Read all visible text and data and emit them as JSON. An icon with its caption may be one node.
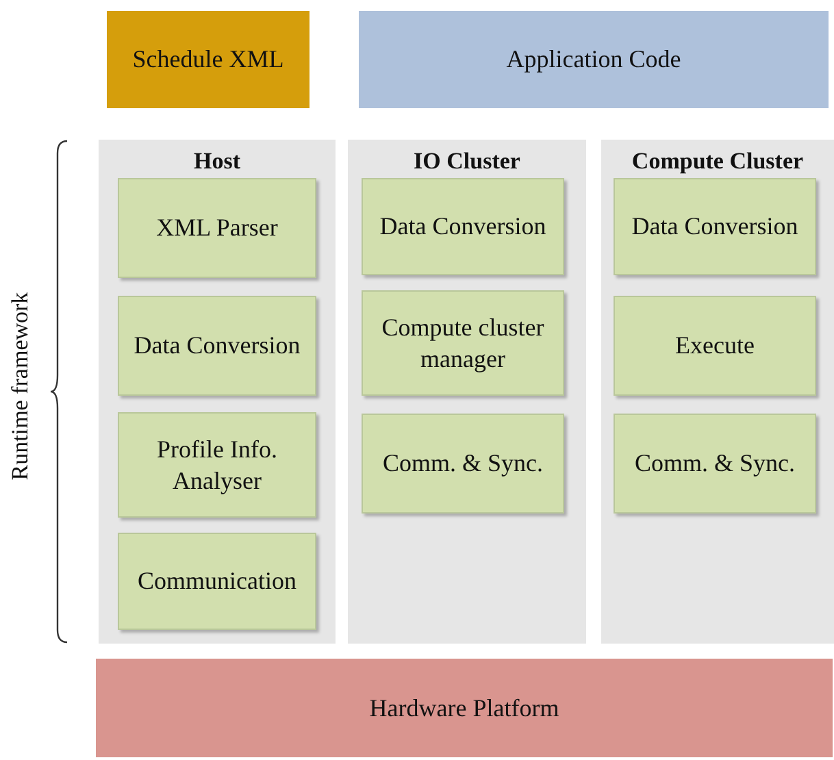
{
  "diagram": {
    "nodes": [
      {
        "text": [
          "Schedule XML"
        ]
      },
      {
        "text": [
          "Application Code"
        ]
      },
      {
        "text": [
          "Host"
        ]
      },
      {
        "text": [
          "XML Parser"
        ],
        "in": 2
      },
      {
        "text": [
          "Data Conversion"
        ],
        "in": 2
      },
      {
        "text": [
          "Profile Info. Analyser"
        ],
        "in": 2
      },
      {
        "text": [
          "Communication"
        ],
        "in": 2
      },
      {
        "text": [
          "IO Cluster"
        ]
      },
      {
        "text": [
          "Data Conversion"
        ],
        "in": 7
      },
      {
        "text": [
          "Compute cluster manager"
        ],
        "in": 7
      },
      {
        "text": [
          "Comm. & Sync."
        ],
        "in": 7
      },
      {
        "text": [
          "Compute Cluster"
        ]
      },
      {
        "text": [
          "Data Conversion"
        ],
        "in": 11
      },
      {
        "text": [
          "Execute"
        ],
        "in": 11
      },
      {
        "text": [
          "Comm. & Sync."
        ],
        "in": 11
      },
      {
        "text": [
          "Hardware Platform"
        ]
      }
    ],
    "labels": [
      "Runtime framework"
    ]
  }
}
